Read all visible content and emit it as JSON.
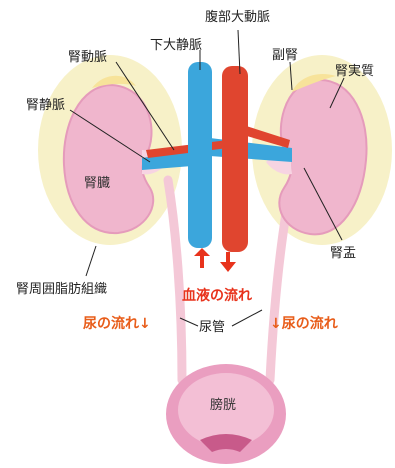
{
  "labels": {
    "aorta": "腹部大動脈",
    "ivc": "下大静脈",
    "renal_artery": "腎動脈",
    "adrenal": "副腎",
    "renal_parenchyma": "腎実質",
    "renal_vein": "腎静脈",
    "kidney": "腎臓",
    "renal_pelvis": "腎盂",
    "perirenal_tissue": "腎周囲脂肪組織",
    "blood_flow": "血液の流れ",
    "urine_flow_left": "尿の流れ↓",
    "ureter": "尿管",
    "urine_flow_right": "↓尿の流れ",
    "bladder": "膀胱"
  },
  "colors": {
    "kidney": "#f0b6cd",
    "kidney_edge": "#e59bbb",
    "fat": "#f7f1c8",
    "vein": "#3ba6dc",
    "artery": "#e0452f",
    "ureter": "#f4c8d7",
    "bladder": "#ea9ec0",
    "label_red": "#e8331c",
    "label_orange": "#e85d1a"
  }
}
